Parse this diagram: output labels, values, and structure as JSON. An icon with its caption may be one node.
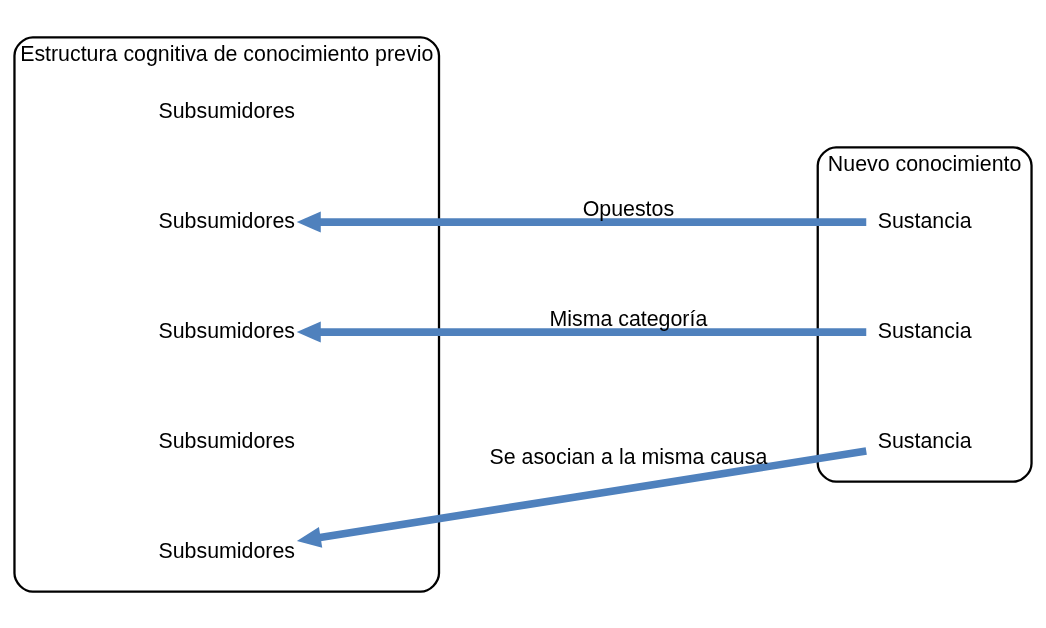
{
  "diagram": {
    "nodes": [
      {
        "text": [
          "Estructura cognitiva de conocimiento previo"
        ]
      },
      {
        "text": [
          "Subsumidores"
        ],
        "in": 0
      },
      {
        "text": [
          "Subsumidores"
        ],
        "in": 0
      },
      {
        "text": [
          "Subsumidores"
        ],
        "in": 0
      },
      {
        "text": [
          "Subsumidores"
        ],
        "in": 0
      },
      {
        "text": [
          "Subsumidores"
        ],
        "in": 0
      },
      {
        "text": [
          "Nuevo conocimiento"
        ]
      },
      {
        "text": [
          "Sustancia"
        ],
        "in": 6
      },
      {
        "text": [
          "Sustancia"
        ],
        "in": 6
      },
      {
        "text": [
          "Sustancia"
        ],
        "in": 6
      }
    ],
    "edges": [
      {
        "from": 7,
        "to": 2,
        "arrow": "to",
        "label": "Opuestos"
      },
      {
        "from": 8,
        "to": 3,
        "arrow": "to",
        "label": "Misma categoría"
      },
      {
        "from": 9,
        "to": 5,
        "arrow": "to",
        "label": "Se asocian a la misma causa"
      }
    ]
  }
}
